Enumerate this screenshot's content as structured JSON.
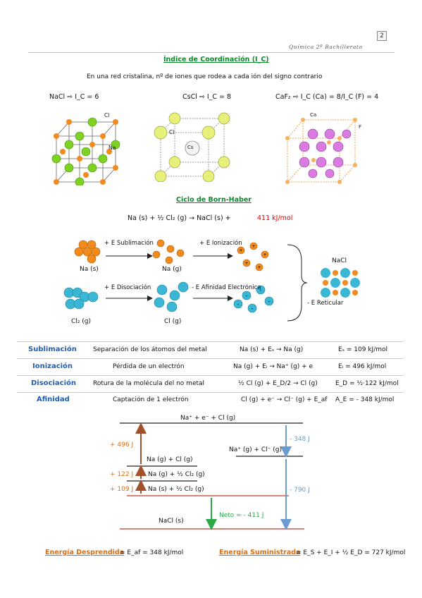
{
  "header": {
    "page_number": "2",
    "subject": "Química 2º Bachillerato"
  },
  "coordination": {
    "title": "Índice de Coordinación (I_C)",
    "description": "En una red cristalina, nº de iones que rodea a cada ión del signo contrario",
    "nacl": "NaCl ⇨ I_C = 6",
    "cscl": "CsCl ⇨ I_C = 8",
    "caf2": "CaF₂ ⇨ I_C (Ca) = 8/I_C (F) = 4",
    "img_labels": {
      "cl": "Cl",
      "na": "Na",
      "cs_cl": "Cl",
      "cs": "Cs",
      "ca": "Ca",
      "f": "F"
    }
  },
  "born_haber": {
    "title": "Ciclo de Born-Haber",
    "equation": "Na (s) + ½ Cl₂ (g) → NaCl (s) +",
    "equation_value": "411 kJ/mol",
    "diagram": {
      "na_s": "Na (s)",
      "na_g": "Na (g)",
      "cl2_g": "Cl₂ (g)",
      "cl_g": "Cl (g)",
      "nacl": "NaCl",
      "e_sub": "+ E Sublimación",
      "e_ion": "+ E Ionización",
      "e_dis": "+ E Disociación",
      "e_afi": "- E Afinidad Electrónica",
      "e_ret": "- E Reticular"
    }
  },
  "table": [
    {
      "name": "Sublimación",
      "desc": "Separación de los átomos del metal",
      "eq": "Na (s) + Eₛ → Na (g)",
      "val": "Eₛ = 109 kJ/mol"
    },
    {
      "name": "Ionización",
      "desc": "Pérdida de un electrón",
      "eq": "Na (g) + Eᵢ → Na⁺ (g) + e",
      "val": "Eᵢ = 496 kJ/mol"
    },
    {
      "name": "Disociación",
      "desc": "Rotura de la molécula del no metal",
      "eq": "½ Cl (g) + E_D/2 → Cl (g)",
      "val": "E_D = ½·122 kJ/mol"
    },
    {
      "name": "Afinidad",
      "desc": "Captación de 1 electrón",
      "eq": "Cl (g) + e⁻ → Cl⁻ (g) + E_af",
      "val": "A_E = - 348 kJ/mol"
    }
  ],
  "energy_diagram": {
    "top": "Na⁺ + e⁻ + Cl (g)",
    "ion_pair": "Na⁺ (g) + Cl⁻ (g)",
    "l_nag_clg": "Na (g) + Cl (g)",
    "l_nag_cl2": "Na (g) + ½ Cl₂ (g)",
    "l_nas_cl2": "Na (s) + ½ Cl₂ (g)",
    "bottom": "NaCl (s)",
    "v496": "+ 496 J",
    "v122": "+ 122 J",
    "v109": "+ 109 J",
    "v348": "- 348 J",
    "v790": "- 790 J",
    "neto": "Neto = - 411 J",
    "colors": {
      "brown": "#a0522d",
      "blue": "#6b9bd2",
      "green": "#2aa84a",
      "red": "#c0392b"
    }
  },
  "footer": {
    "desprendida_label": "Energía Desprendida",
    "desprendida_eq": "= E_af = 348 kJ/mol",
    "suministrada_label": "Energía Suministrada",
    "suministrada_eq": "= E_S + E_I + ½ E_D = 727 kJ/mol"
  }
}
